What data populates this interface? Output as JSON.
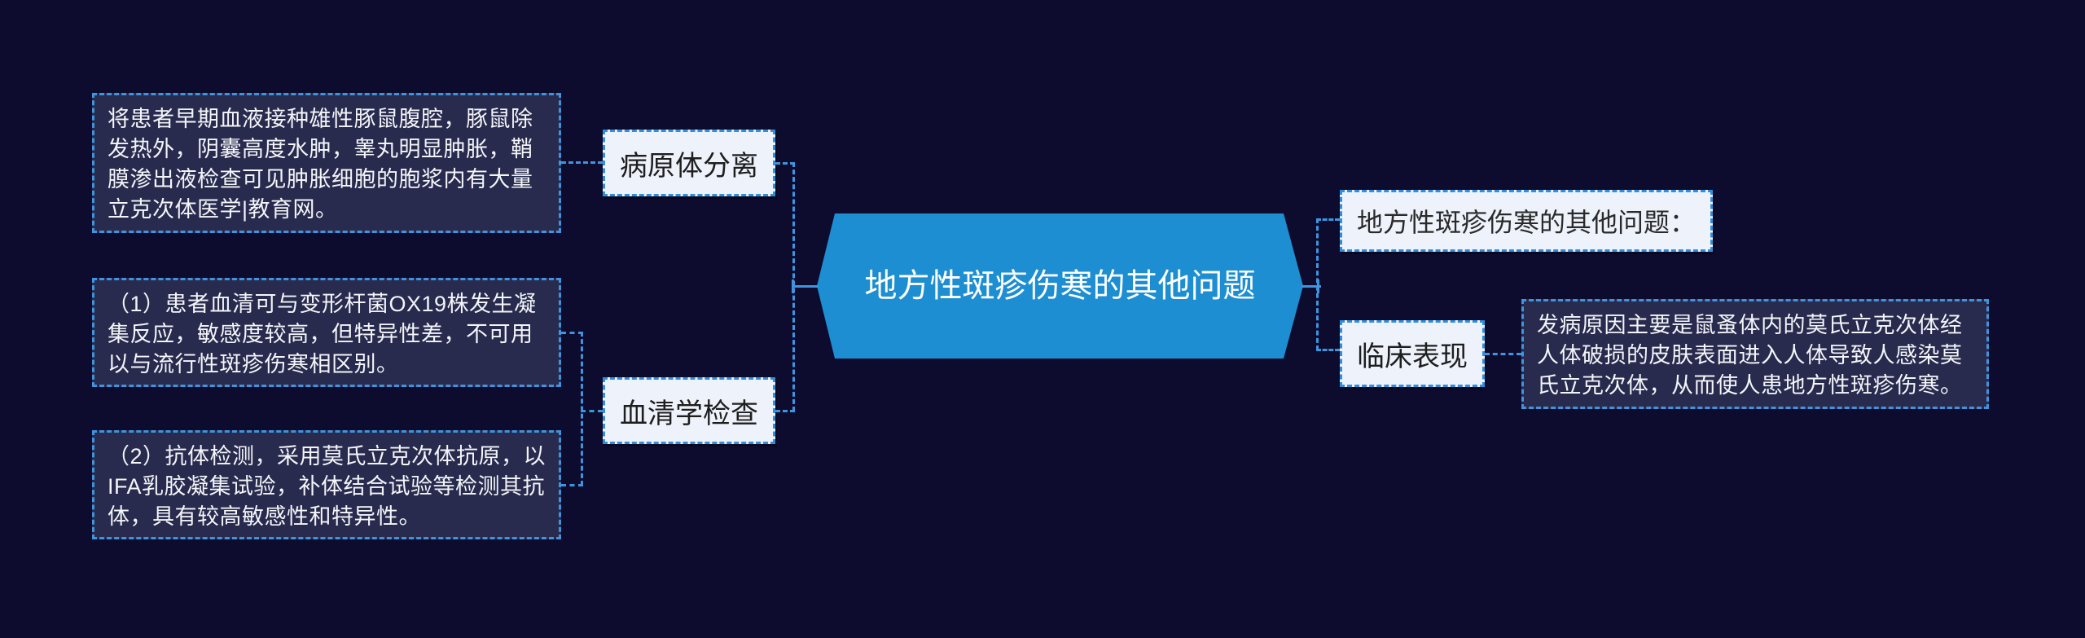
{
  "colors": {
    "bg": "#0d0c2e",
    "accent": "#3f94dd",
    "card_fill": "#282b4e",
    "label_fill": "#eef2fb",
    "node_fill": "#1d8ed1"
  },
  "center_node": {
    "label": "地方性斑疹伤寒的其他问题"
  },
  "left": {
    "pathogen_label": "病原体分离",
    "pathogen_note": "将患者早期血液接种雄性豚鼠腹腔，豚鼠除发热外，阴囊高度水肿，睾丸明显肿胀，鞘膜渗出液检查可见肿胀细胞的胞浆内有大量立克次体医学|教育网。",
    "serology_label": "血清学检查",
    "serology_notes": [
      "（1）患者血清可与变形杆菌OX19株发生凝集反应，敏感度较高，但特异性差，不可用以与流行性斑疹伤寒相区别。",
      "（2）抗体检测，采用莫氏立克次体抗原，以IFA乳胶凝集试验，补体结合试验等检测其抗体，具有较高敏感性和特异性。"
    ]
  },
  "right": {
    "heading": "地方性斑疹伤寒的其他问题：",
    "clinical_label": "临床表现",
    "clinical_note": "发病原因主要是鼠蚤体内的莫氏立克次体经人体破损的皮肤表面进入人体导致人感染莫氏立克次体，从而使人患地方性斑疹伤寒。"
  }
}
